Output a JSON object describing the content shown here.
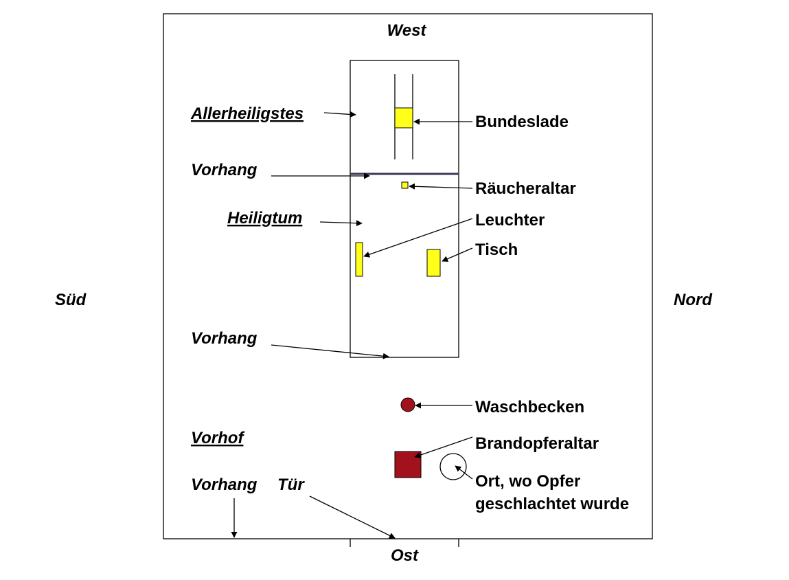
{
  "compass": {
    "west": "West",
    "east": "Ost",
    "south": "Süd",
    "north": "Nord"
  },
  "areas": {
    "holy_of_holies": "Allerheiligstes",
    "sanctuary": "Heiligtum",
    "courtyard": "Vorhof"
  },
  "curtains": {
    "inner": "Vorhang",
    "outer": "Vorhang",
    "gate": "Vorhang",
    "gate_door": "Tür"
  },
  "objects": {
    "ark": "Bundeslade",
    "incense_altar": "Räucheraltar",
    "lampstand": "Leuchter",
    "table": "Tisch",
    "laver": "Waschbecken",
    "burnt_altar": "Brandopferaltar",
    "slaughter_line1": "Ort, wo Opfer",
    "slaughter_line2": "geschlachtet wurde"
  },
  "colors": {
    "gold": "#ffff1a",
    "bronze": "#a3121c",
    "line": "#000000",
    "curtain": "#3a3a5a"
  }
}
